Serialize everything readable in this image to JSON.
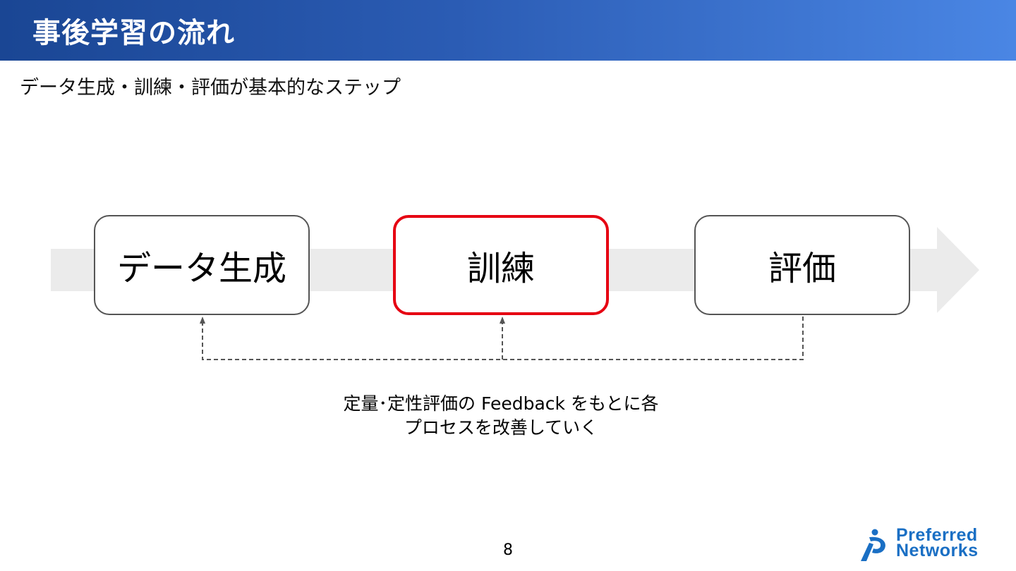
{
  "header": {
    "title": "事後学習の流れ"
  },
  "subtitle": "データ生成・訓練・評価が基本的なステップ",
  "flow": {
    "steps": [
      {
        "label": "データ生成",
        "highlighted": false
      },
      {
        "label": "訓練",
        "highlighted": true
      },
      {
        "label": "評価",
        "highlighted": false
      }
    ],
    "highlight_color": "#e60012"
  },
  "caption": {
    "line1": "定量･定性評価の Feedback をもとに各",
    "line2": "プロセスを改善していく"
  },
  "footer": {
    "page_number": "8",
    "logo": {
      "line1": "Preferred",
      "line2": "Networks",
      "color": "#1a6fc4"
    }
  }
}
